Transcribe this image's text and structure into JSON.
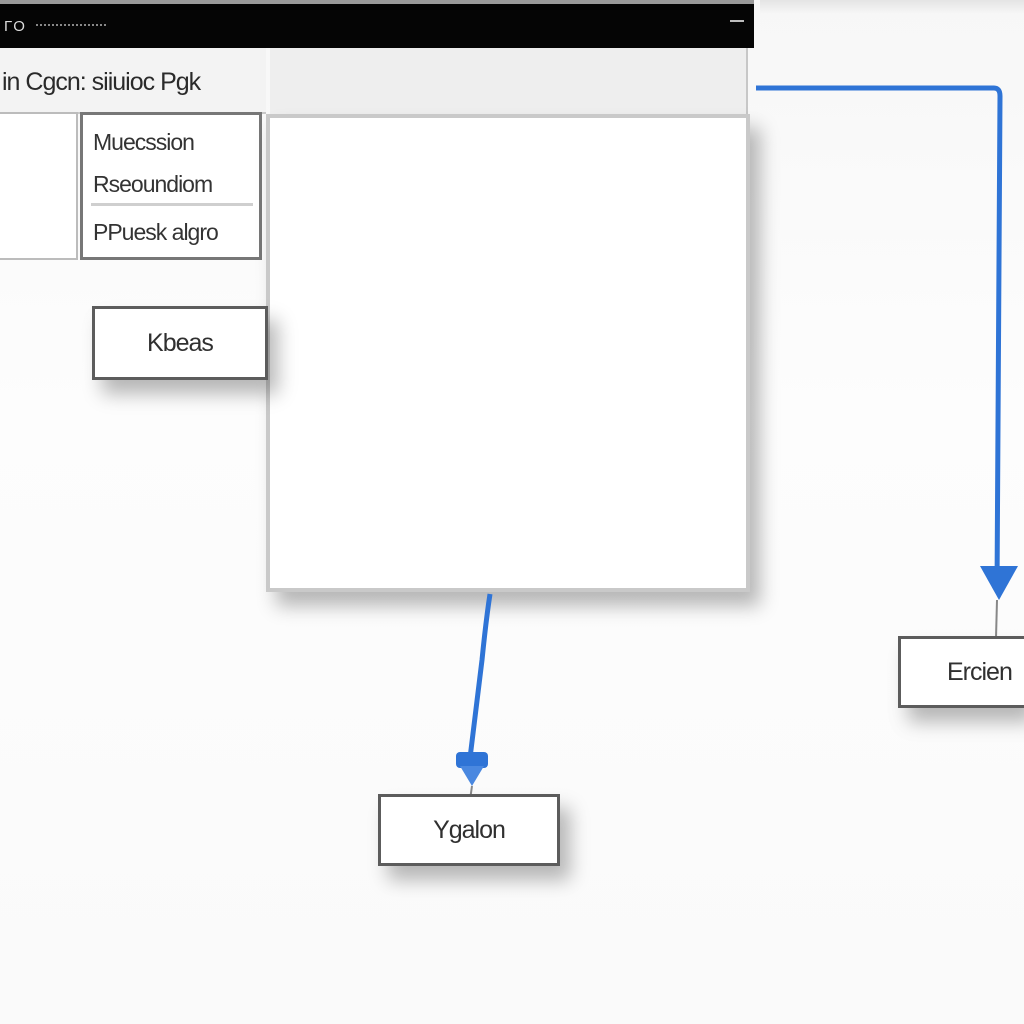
{
  "window": {
    "title": "ΓO"
  },
  "left_panel": {
    "title": "in Cgcn: siiuioc Pgk"
  },
  "menu": {
    "items": [
      {
        "label": "Muecssion"
      },
      {
        "label": "Rseoundiom"
      },
      {
        "label": "PPuesk algro"
      }
    ]
  },
  "nodes": {
    "left_button": {
      "label": "Kbeas"
    },
    "bottom_node": {
      "label": "Ygalon"
    },
    "right_node": {
      "label": "Ercien"
    }
  },
  "colors": {
    "connector": "#2f74d6",
    "titlebar": "#050505",
    "border": "#5c5c5c"
  }
}
